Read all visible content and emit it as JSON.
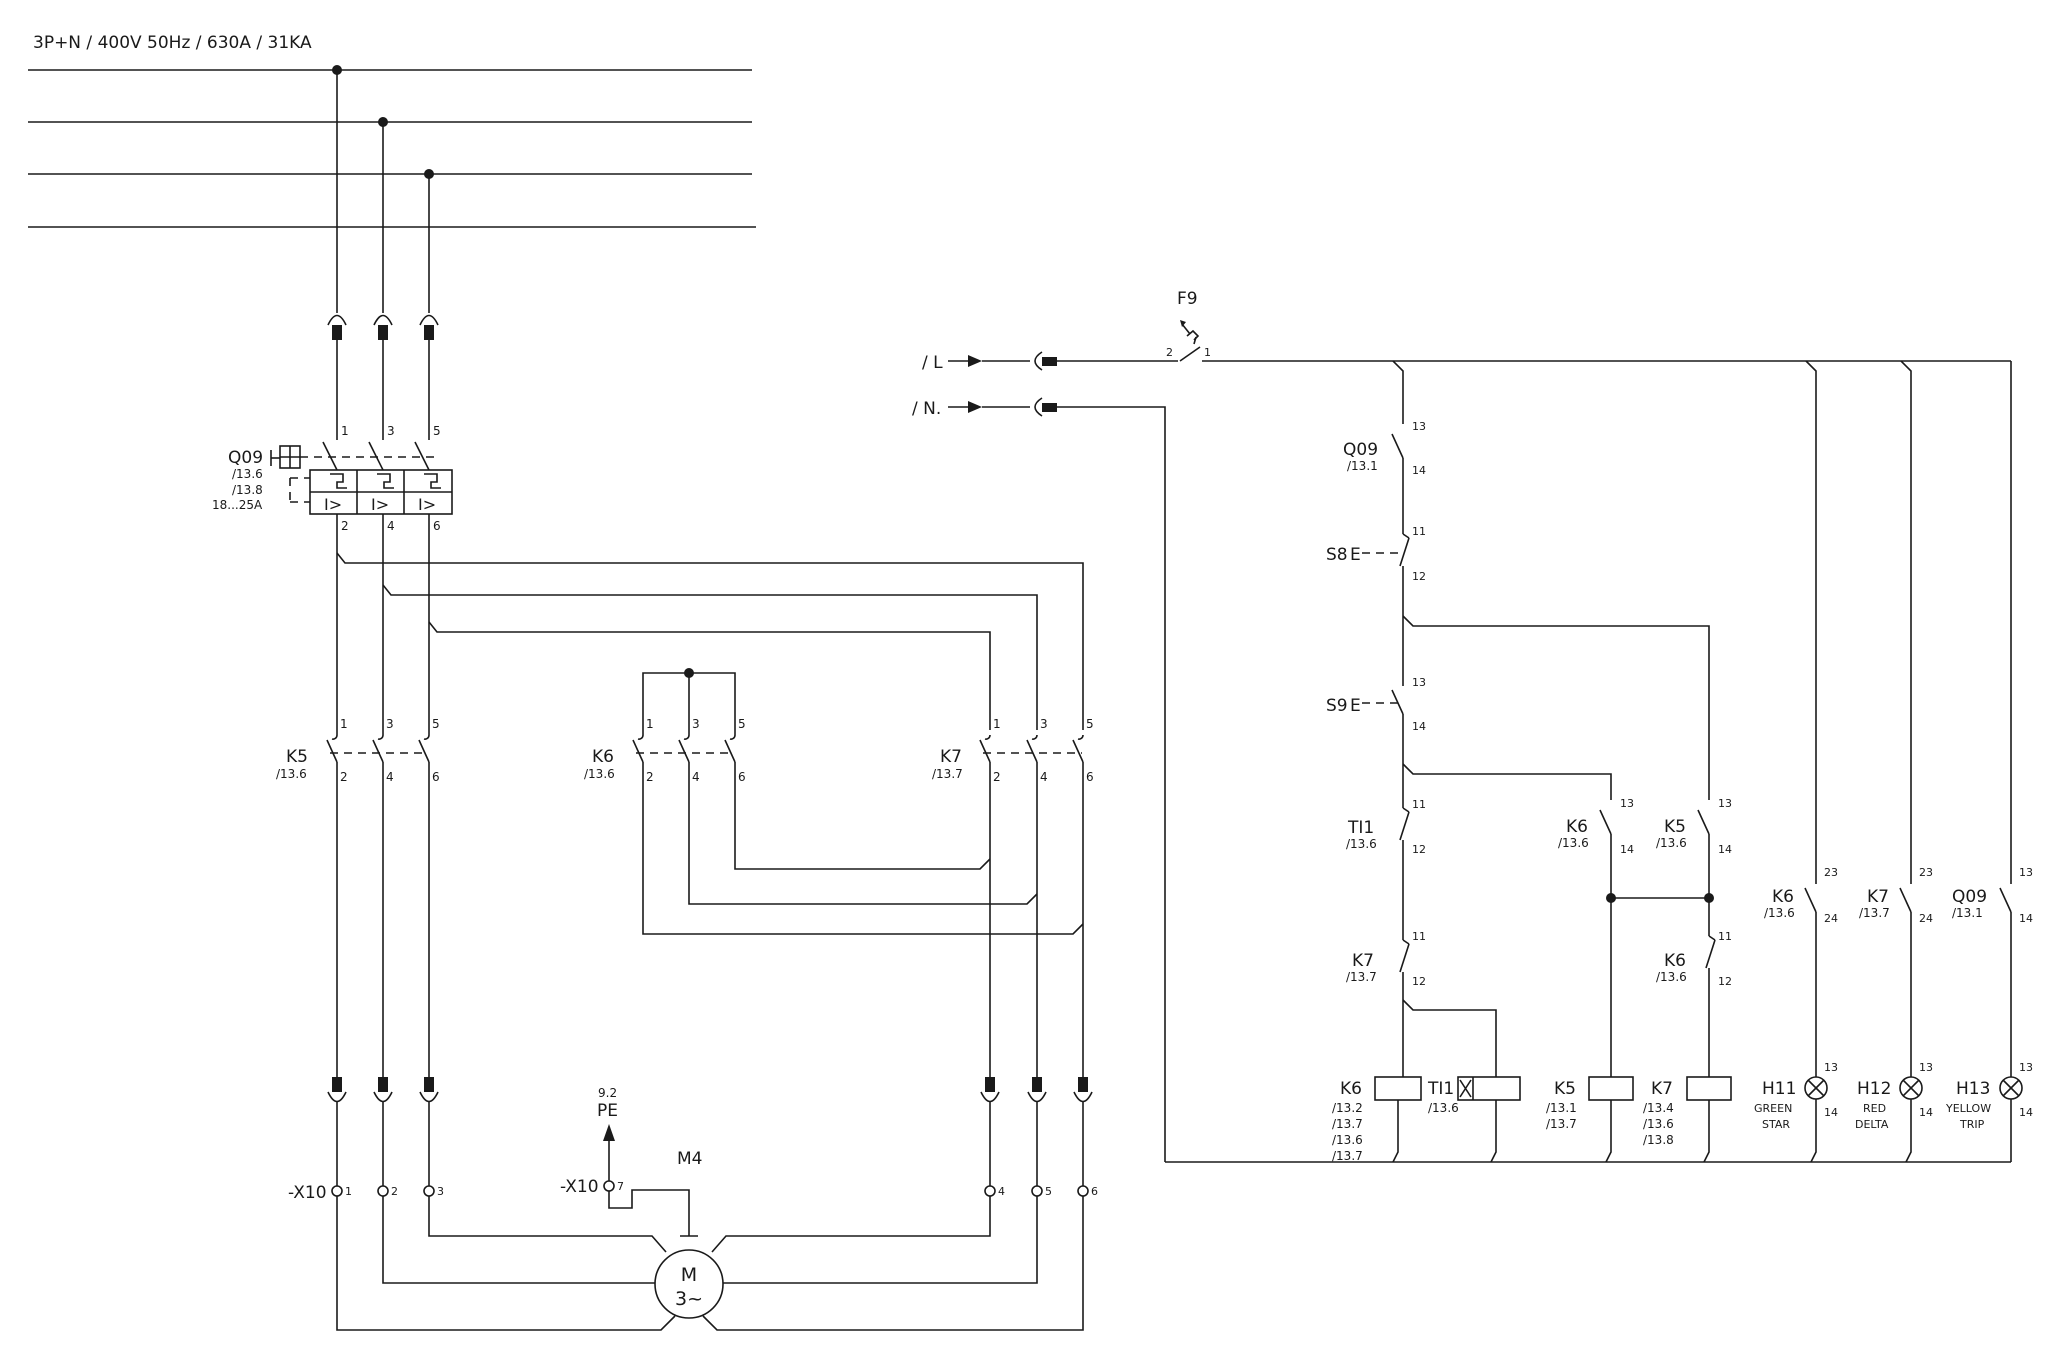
{
  "header": {
    "supply": "3P+N / 400V 50Hz / 630A / 31KA"
  },
  "power": {
    "q09": {
      "tag": "Q09",
      "ref1": "/13.6",
      "ref2": "/13.8",
      "range": "18...25A",
      "trip": "I>",
      "top_terms": [
        "1",
        "3",
        "5"
      ],
      "bot_terms": [
        "2",
        "4",
        "6"
      ]
    },
    "k5": {
      "tag": "K5",
      "ref": "/13.6",
      "top_terms": [
        "1",
        "3",
        "5"
      ],
      "bot_terms": [
        "2",
        "4",
        "6"
      ]
    },
    "k6": {
      "tag": "K6",
      "ref": "/13.6",
      "top_terms": [
        "1",
        "3",
        "5"
      ],
      "bot_terms": [
        "2",
        "4",
        "6"
      ]
    },
    "k7": {
      "tag": "K7",
      "ref": "/13.7",
      "top_terms": [
        "1",
        "3",
        "5"
      ],
      "bot_terms": [
        "2",
        "4",
        "6"
      ]
    },
    "x10": {
      "tag": "-X10",
      "terms": [
        "1",
        "2",
        "3",
        "4",
        "5",
        "6"
      ],
      "pe_term": "7"
    },
    "pe": {
      "ref": "9.2",
      "label": "PE"
    },
    "motor": {
      "tag": "M4",
      "line1": "M",
      "line2": "3~"
    }
  },
  "control": {
    "l_label": "/ L",
    "n_label": "/ N.",
    "f9": {
      "tag": "F9",
      "t_in": "2",
      "t_out": "1"
    },
    "q09_aux": {
      "tag": "Q09",
      "ref": "/13.1",
      "t1": "13",
      "t2": "14"
    },
    "s8": {
      "tag": "S8",
      "e": "E",
      "t1": "11",
      "t2": "12"
    },
    "s9": {
      "tag": "S9",
      "e": "E",
      "t1": "13",
      "t2": "14"
    },
    "ti1_nc": {
      "tag": "TI1",
      "ref": "/13.6",
      "t1": "11",
      "t2": "12"
    },
    "k7_nc": {
      "tag": "K7",
      "ref": "/13.7",
      "t1": "11",
      "t2": "12"
    },
    "k6_no": {
      "tag": "K6",
      "ref": "/13.6",
      "t1": "13",
      "t2": "14"
    },
    "k5_no": {
      "tag": "K5",
      "ref": "/13.6",
      "t1": "13",
      "t2": "14"
    },
    "k6_nc": {
      "tag": "K6",
      "ref": "/13.6",
      "t1": "11",
      "t2": "12"
    },
    "k6_sig": {
      "tag": "K6",
      "ref": "/13.6",
      "t1": "23",
      "t2": "24"
    },
    "k7_sig": {
      "tag": "K7",
      "ref": "/13.7",
      "t1": "23",
      "t2": "24"
    },
    "q09_sig": {
      "tag": "Q09",
      "ref": "/13.1",
      "t1": "13",
      "t2": "14"
    },
    "coil_k6": {
      "tag": "K6",
      "refs": [
        "/13.2",
        "/13.7",
        "/13.6",
        "/13.7"
      ]
    },
    "coil_ti1": {
      "tag": "TI1",
      "refs": [
        "/13.6"
      ]
    },
    "coil_k5": {
      "tag": "K5",
      "refs": [
        "/13.1",
        "/13.7"
      ]
    },
    "coil_k7": {
      "tag": "K7",
      "refs": [
        "/13.4",
        "/13.6",
        "/13.8"
      ]
    },
    "h11": {
      "tag": "H11",
      "t1": "13",
      "t2": "14",
      "desc1": "GREEN",
      "desc2": "STAR"
    },
    "h12": {
      "tag": "H12",
      "t1": "13",
      "t2": "14",
      "desc1": "RED",
      "desc2": "DELTA"
    },
    "h13": {
      "tag": "H13",
      "t1": "13",
      "t2": "14",
      "desc1": "YELLOW",
      "desc2": "TRIP"
    }
  }
}
